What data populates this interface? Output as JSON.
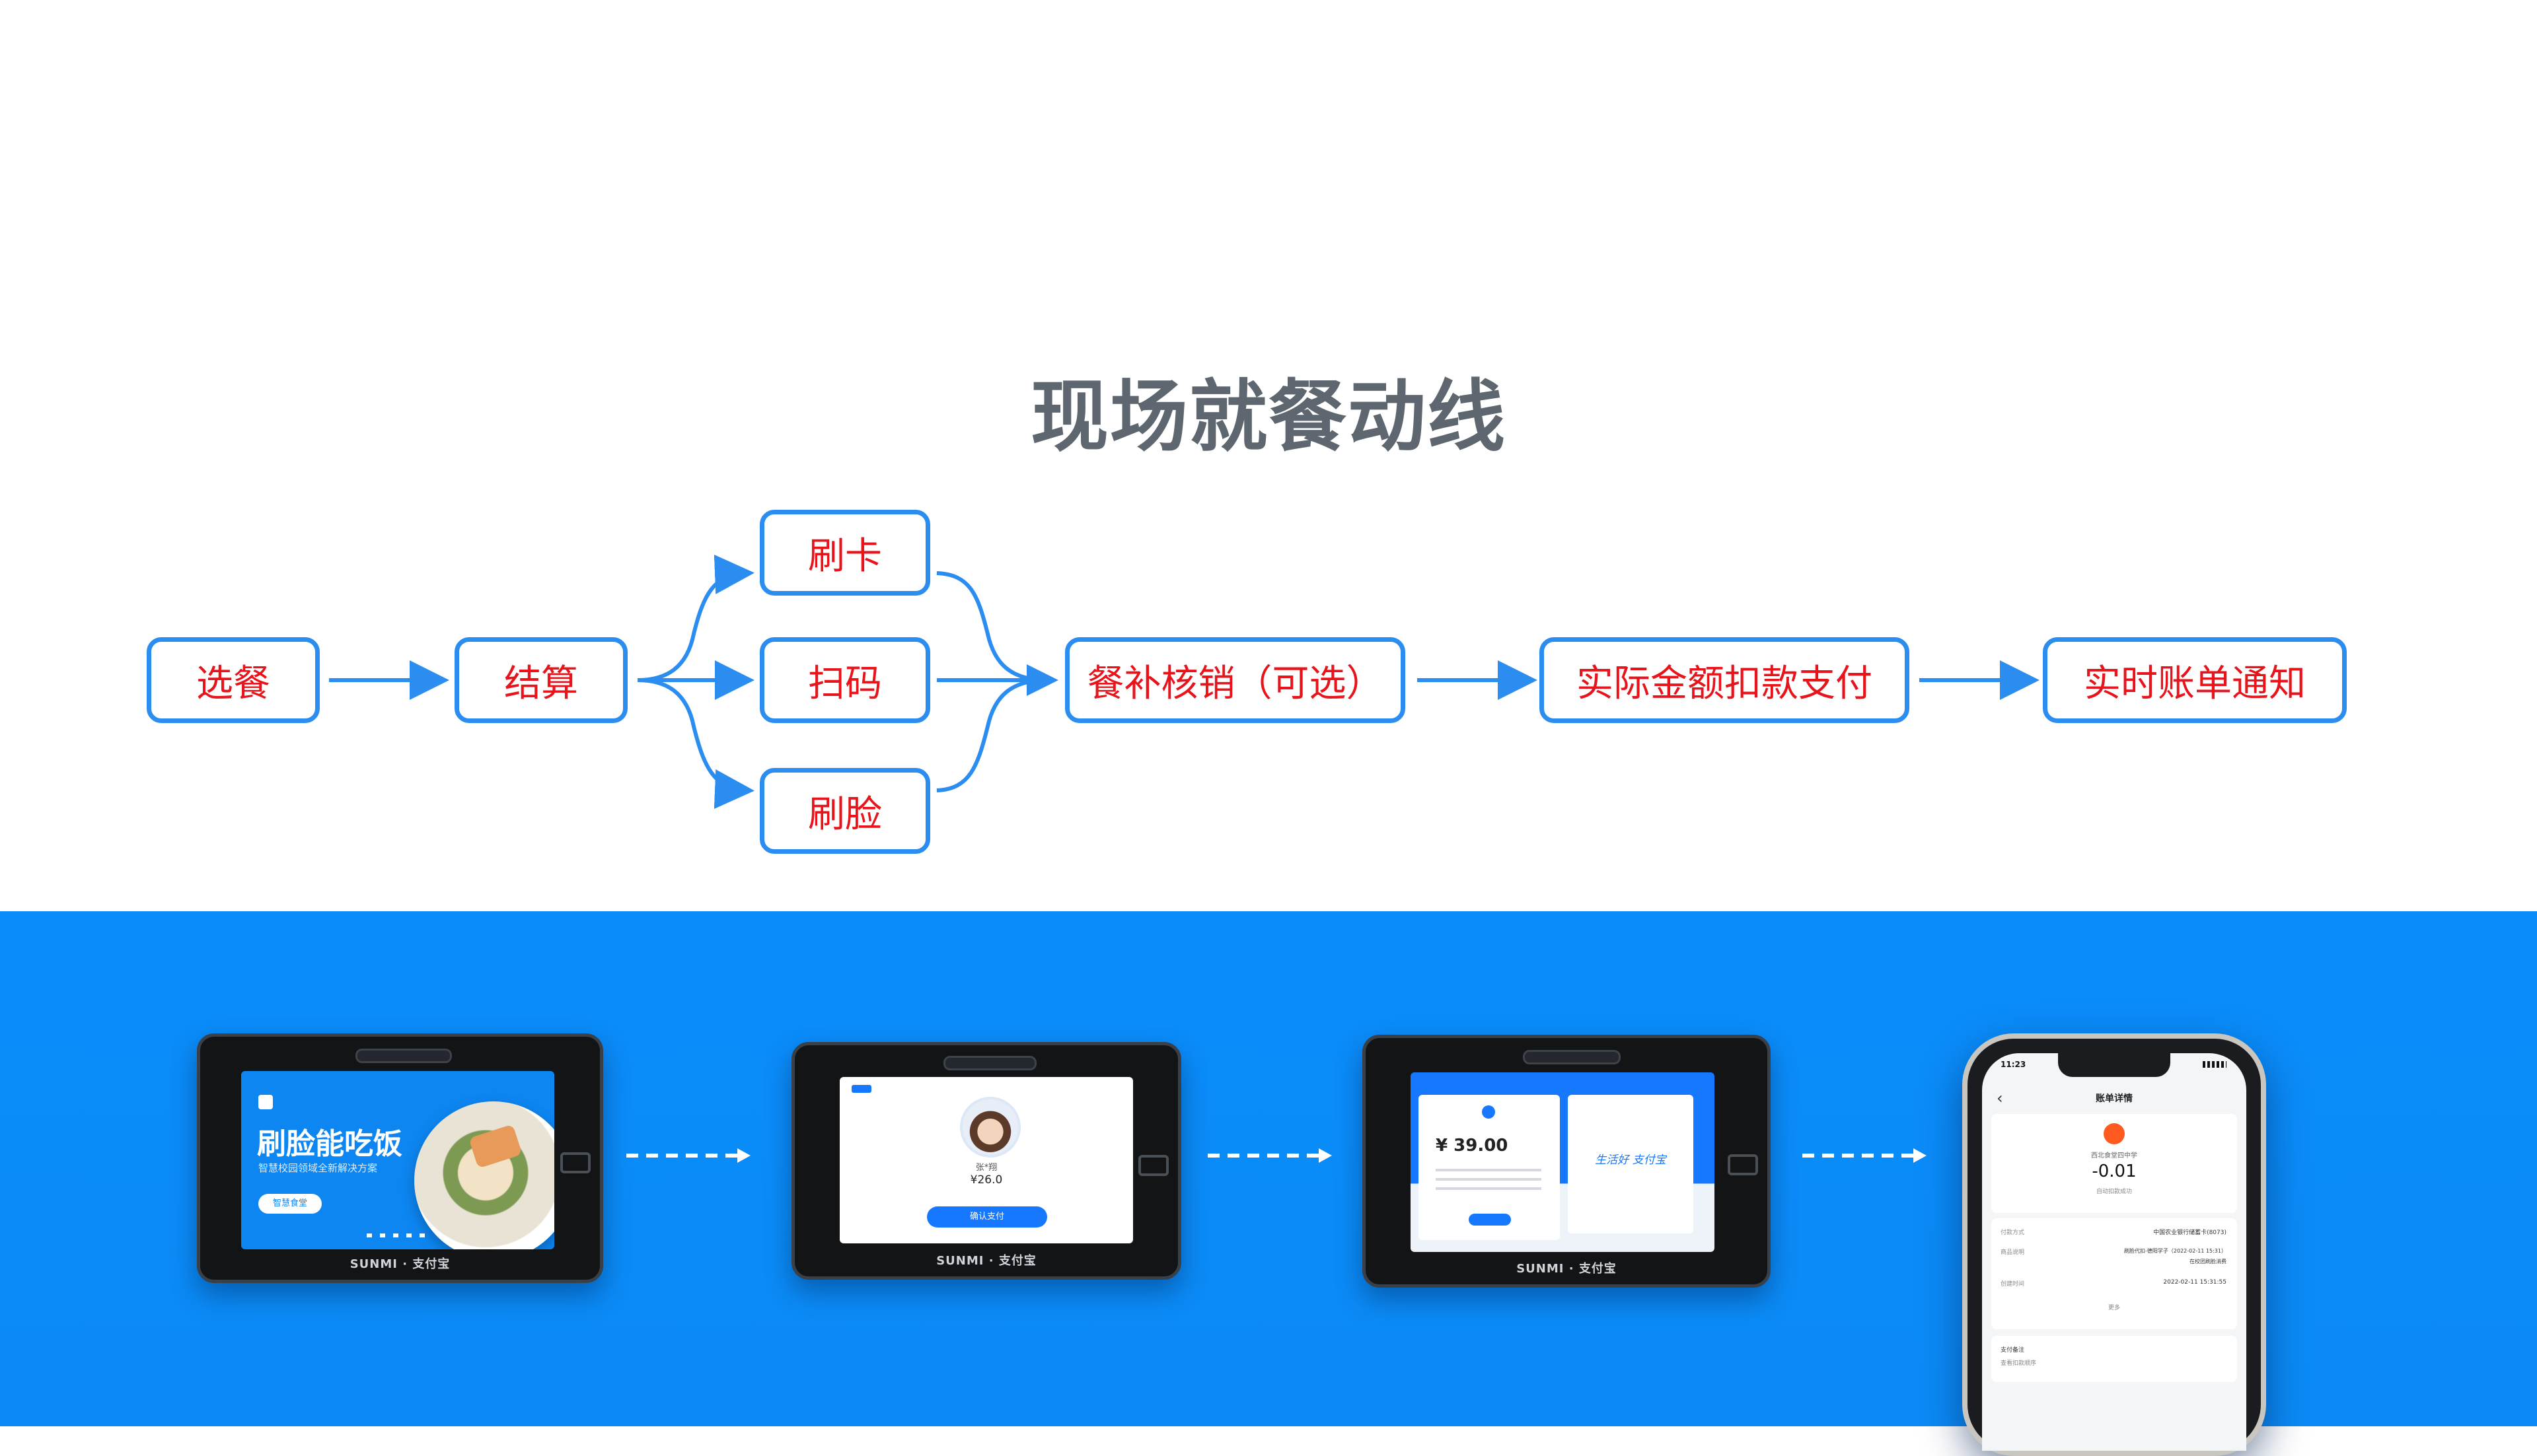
{
  "title": "现场就餐动线",
  "steps": {
    "select": "选餐",
    "checkout": "结算",
    "card": "刷卡",
    "scan": "扫码",
    "face": "刷脸",
    "subsidy": "餐补核销（可选）",
    "actual_pay": "实际金额扣款支付",
    "notify": "实时账单通知"
  },
  "screens": {
    "s1_headline": "刷脸能吃饭",
    "s1_sub": "智慧校园领域全新解决方案",
    "s1_button": "智慧食堂",
    "s2_name": "张*翔",
    "s2_amount": "¥26.0",
    "s2_button": "确认支付",
    "s3_amount": "¥ 39.00",
    "s3_promo": "生活好 支付宝",
    "brand": "SUNMI · 支付宝"
  },
  "phone": {
    "time": "11:23",
    "header": "账单详情",
    "merchant": "西北食堂四中学",
    "amount": "-0.01",
    "status": "自动扣款成功",
    "row1_label": "付款方式",
    "row1_value": "中国农业银行储蓄卡(8073)",
    "row2_label": "商品说明",
    "row2_value": "刷脸代扣-德阳学子（2022-02-11 15:31）",
    "row2_extra": "在校团刷脸消费",
    "row3_label": "创建时间",
    "row3_value": "2022-02-11 15:31:55",
    "more": "更多",
    "note_label": "支付备注",
    "note_value": "查看扣款顺序"
  },
  "colors": {
    "box_border": "#2b8df0",
    "box_text": "#e8141c",
    "title": "#5e6770",
    "band": "#0a8dfb"
  }
}
